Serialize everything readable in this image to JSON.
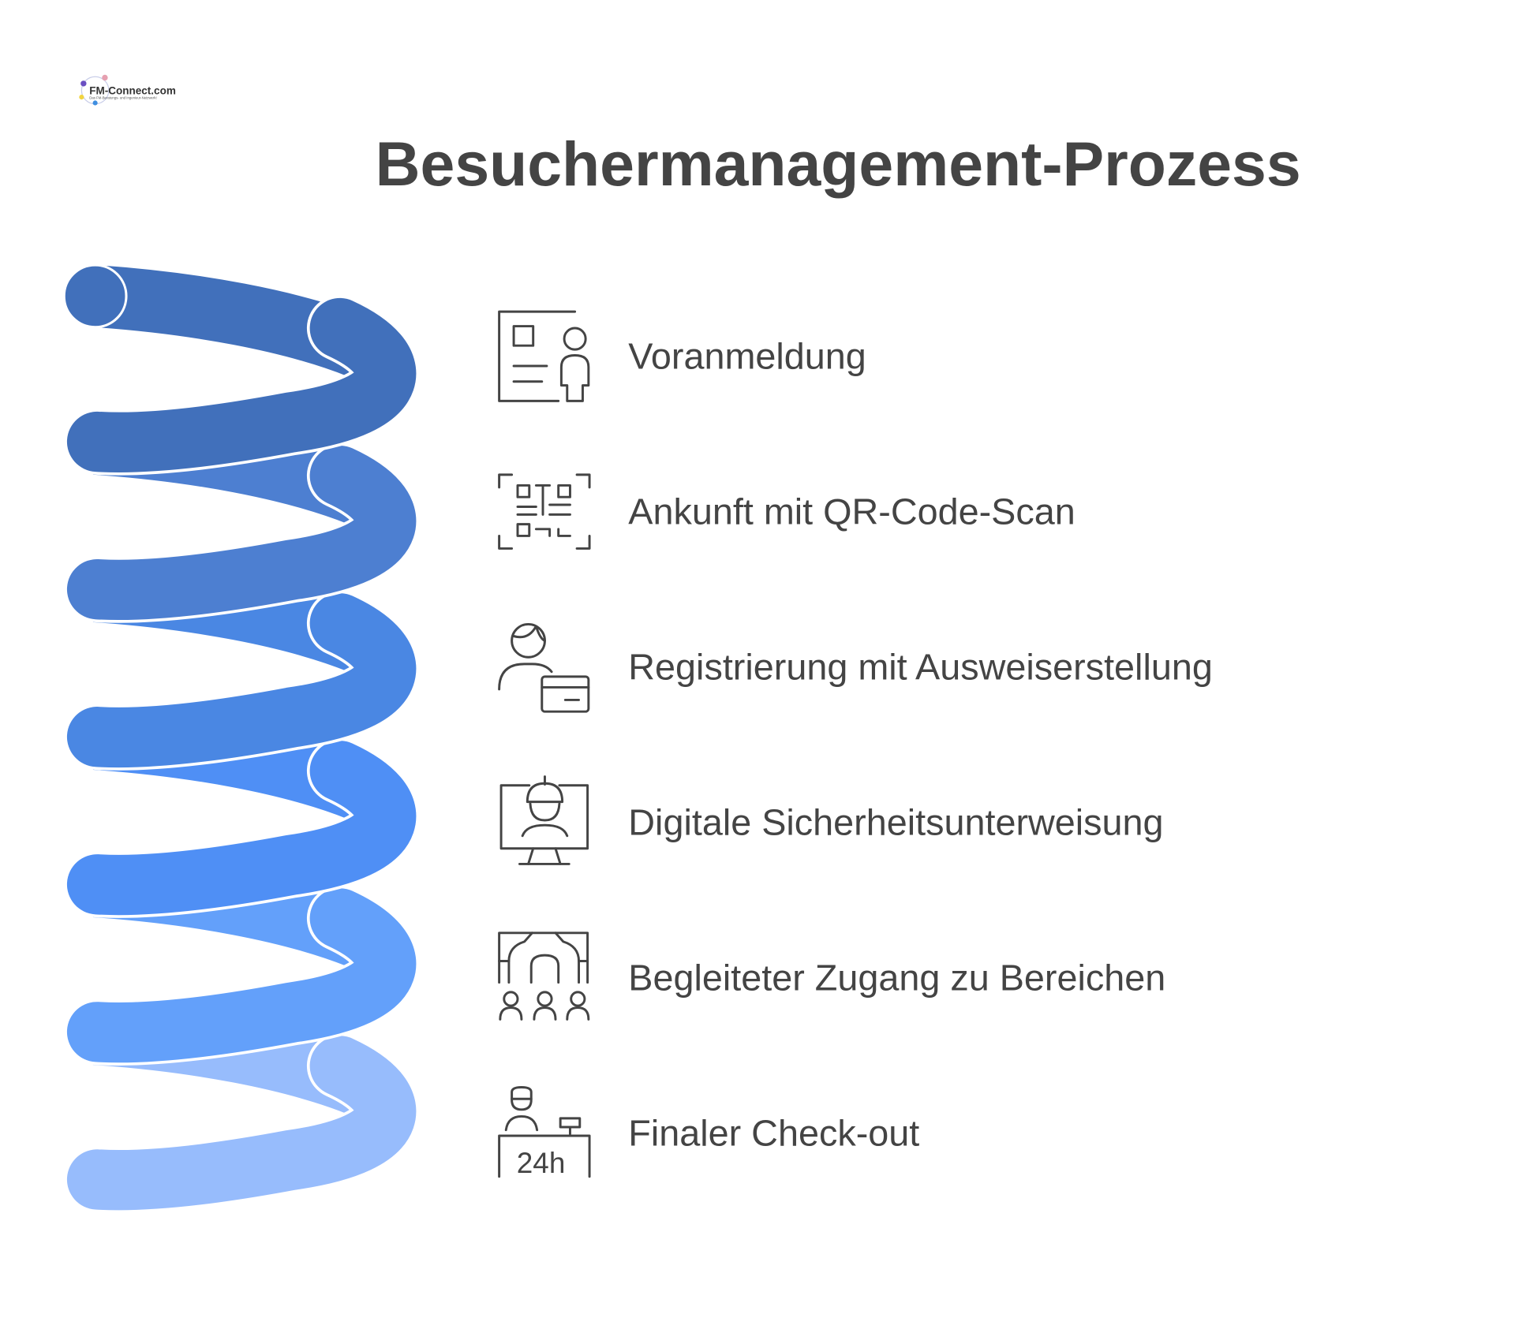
{
  "logo": {
    "name": "FM-Connect.com",
    "tagline": "Das FM-Beratungs- und Ingenieur-Netzwerk!"
  },
  "title": "Besuchermanagement-Prozess",
  "colors": [
    "#4170BB",
    "#4D7FD1",
    "#4A87E3",
    "#4F8FF5",
    "#63A0FA",
    "#97BCFC"
  ],
  "steps": [
    {
      "label": "Voranmeldung",
      "icon": "registration-form-icon"
    },
    {
      "label": "Ankunft mit QR-Code-Scan",
      "icon": "qr-code-icon"
    },
    {
      "label": "Registrierung mit Ausweiserstellung",
      "icon": "person-id-card-icon"
    },
    {
      "label": "Digitale Sicherheitsunterweisung",
      "icon": "monitor-worker-icon"
    },
    {
      "label": "Begleiteter Zugang zu Bereichen",
      "icon": "guided-access-icon"
    },
    {
      "label": "Finaler Check-out",
      "icon": "reception-24h-icon"
    }
  ]
}
